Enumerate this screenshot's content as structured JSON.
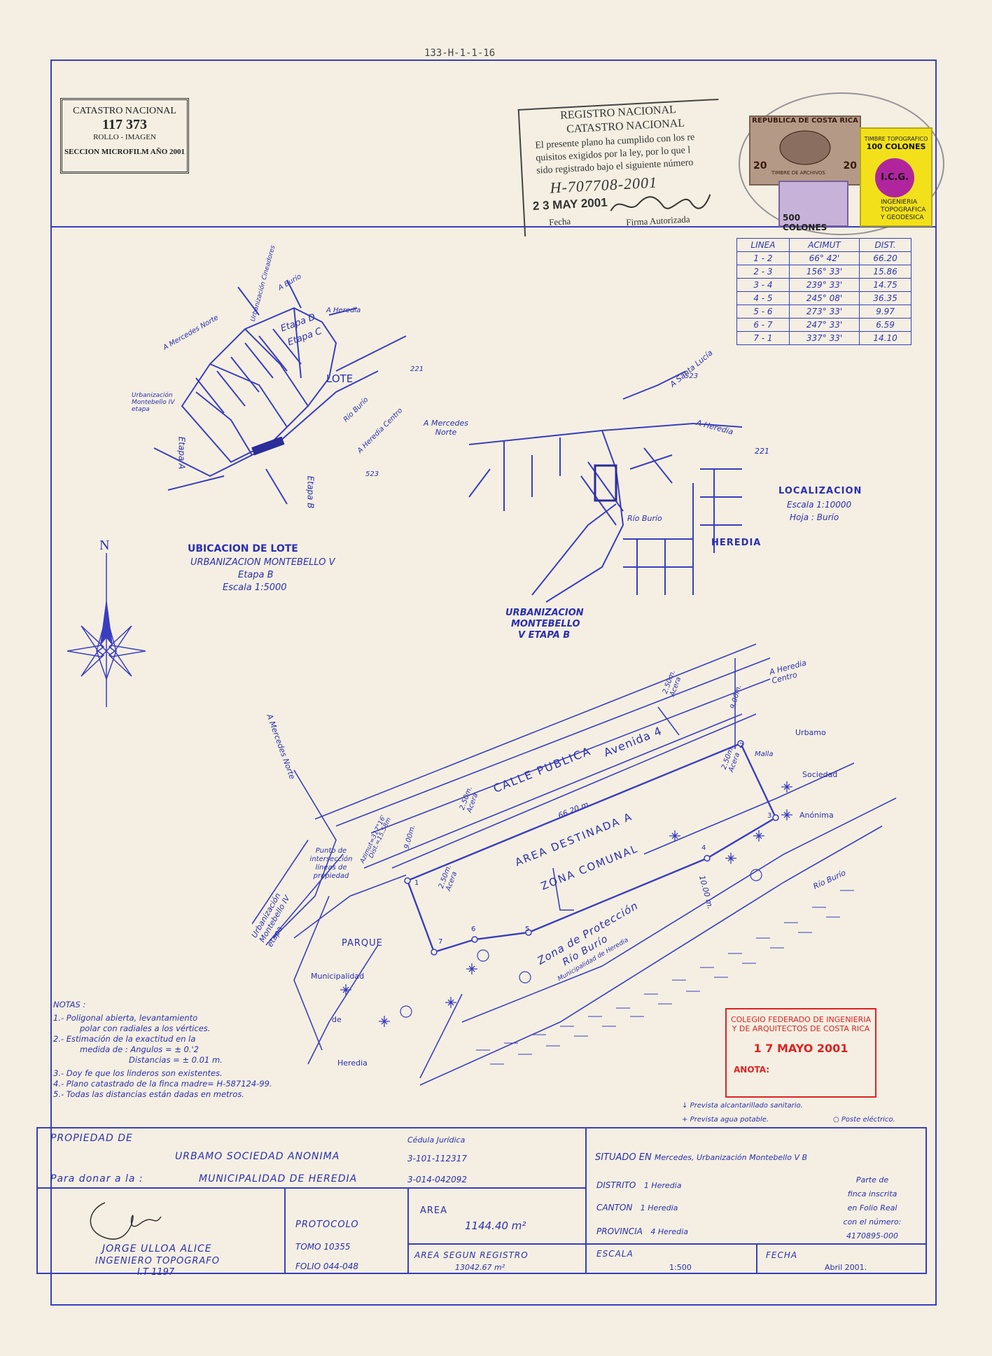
{
  "top_code": "133-H-1-1-16",
  "catastro_stamp": {
    "title": "CATASTRO NACIONAL",
    "number": "117 373",
    "rollo": "ROLLO - IMAGEN",
    "microfilm": "SECCION MICROFILM AÑO 2001"
  },
  "registro_stamp": {
    "line1": "REGISTRO NACIONAL",
    "line2": "CATASTRO NACIONAL",
    "text1": "El presente plano ha cumplido con los re",
    "text2": "quisitos exigidos por la ley, por lo que l",
    "text3": "sido registrado bajo el siguiente número",
    "number": "H-707708-2001",
    "date": "2 3 MAY 2001",
    "fecha_label": "Fecha",
    "firma_label": "Firma Autorizada"
  },
  "timbres": {
    "republica": "REPUBLICA DE COSTA RICA",
    "value20": "20",
    "archivos": "TIMBRE DE ARCHIVOS",
    "colones500": "500 COLONES",
    "timbre_topo": "TIMBRE TOPOGRAFICO",
    "colones100": "100 COLONES",
    "icg": "I.C.G.",
    "ingenieria": "INGENIERIA",
    "topografica": "TOPOGRAFICA",
    "geodesica": "Y GEODESICA"
  },
  "azimut_table": {
    "headers": [
      "LINEA",
      "ACIMUT",
      "DIST."
    ],
    "rows": [
      [
        "1 - 2",
        "66°  42'",
        "66.20"
      ],
      [
        "2 - 3",
        "156°  33'",
        "15.86"
      ],
      [
        "3 - 4",
        "239°  33'",
        "14.75"
      ],
      [
        "4 - 5",
        "245°  08'",
        "36.35"
      ],
      [
        "5 - 6",
        "273°  33'",
        "9.97"
      ],
      [
        "6 - 7",
        "247°  33'",
        "6.59"
      ],
      [
        "7 - 1",
        "337°  33'",
        "14.10"
      ]
    ]
  },
  "ubicacion": {
    "title": "UBICACION DE LOTE",
    "sub1": "URBANIZACION MONTEBELLO V",
    "sub2": "Etapa B",
    "scale": "Escala 1:5000",
    "lote": "LOTE",
    "labels": {
      "urb_cine": "Urbanización Cineadores",
      "a_burio": "A Burío",
      "a_heredia": "A Heredia",
      "a_mercedes_norte": "A Mercedes Norte",
      "etapa_d": "Etapa D",
      "etapa_c": "Etapa C",
      "n221": "221",
      "urb_mont_iv": "Urbanización Montebello IV etapa",
      "etapa_a": "Etapa A",
      "rio_burio": "Río Burío",
      "a_heredia_centro": "A Heredia Centro",
      "n523": "523",
      "etapa_b": "Etapa B"
    }
  },
  "localizacion": {
    "title": "LOCALIZACION",
    "scale": "Escala 1:10000",
    "hoja": "Hoja : Burío",
    "heredia": "HEREDIA",
    "urb1": "URBANIZACION",
    "urb2": "MONTEBELLO",
    "urb3": "V ETAPA B",
    "labels": {
      "a_santa_lucia": "A Santa Lucía",
      "n523": "523",
      "a_mercedes": "A Mercedes Norte",
      "a_heredia": "A Heredia",
      "n221": "221",
      "rio_burio": "Río Burío"
    }
  },
  "north": "N",
  "plano": {
    "calle_publica": "CALLE PUBLICA",
    "avenida": "Avenida 4",
    "acera": "2.50m. Acera",
    "dist_66": "66.20 m.",
    "dist_9a": "9.00m.",
    "dist_9b": "9.00m.",
    "dist_10": "10.00 m.",
    "area1": "AREA DESTINADA A",
    "area2": "ZONA COMUNAL",
    "zona1": "Zona de Protección",
    "zona2": "Río Burío",
    "zona3": "Municipalidad de Heredia",
    "a_heredia_centro": "A Heredia Centro",
    "a_mercedes_norte": "A Mercedes Norte",
    "urbamo": "Urbamo",
    "sociedad": "Sociedad",
    "anonima": "Anónima",
    "malla": "Malla",
    "rio_burio": "Río Burío",
    "punto": "Punto de intersección líneas de propiedad",
    "dist_15": "Dist.=15.58m",
    "azimut": "Azimut=317°16'",
    "urb_mont": "Urbanización Montebello IV etapa",
    "parque": "PARQUE",
    "municipalidad": "Municipalidad",
    "de": "de",
    "heredia": "Heredia",
    "v1": "1",
    "v2": "2",
    "v3": "3",
    "v4": "4",
    "v5": "5",
    "v6": "6",
    "v7": "7"
  },
  "notas": {
    "title": "NOTAS :",
    "n1a": "1.-  Poligonal abierta, levantamiento",
    "n1b": "polar con radiales a los vértices.",
    "n2a": "2.-  Estimación de la exactitud en la",
    "n2b": "medida de :     Angulos  =  ± 0.'2",
    "n2c": "Distancias  =  ± 0.01 m.",
    "n3": "3.-  Doy fe que los linderos son existentes.",
    "n4": "4.-  Plano catastrado de la finca madre= H-587124-99.",
    "n5": "5.-  Todas las distancias están dadas en metros."
  },
  "red_stamp": {
    "l1": "COLEGIO FEDERADO DE INGENIERIA",
    "l2": "Y DE ARQUITECTOS DE COSTA RICA",
    "date": "1 7 MAYO 2001",
    "anota": "ANOTA:"
  },
  "legend": {
    "alcantarillado": "Prevista alcantarillado sanitario.",
    "agua": "Prevista agua potable.",
    "poste": "Poste eléctrico."
  },
  "title_block": {
    "propiedad_de": "PROPIEDAD DE",
    "owner": "URBAMO SOCIEDAD ANONIMA",
    "cedula_label": "Cédula Jurídica",
    "cedula1": "3-101-112317",
    "donar": "Para donar a la :",
    "municipalidad": "MUNICIPALIDAD DE HEREDIA",
    "cedula2": "3-014-042092",
    "situado": "SITUADO EN",
    "situado_val": "Mercedes, Urbanización Montebello V B",
    "distrito": "DISTRITO",
    "distrito_val": "1 Heredia",
    "canton": "CANTON",
    "canton_val": "1 Heredia",
    "provincia": "PROVINCIA",
    "provincia_val": "4 Heredia",
    "parte1": "Parte de",
    "parte2": "finca inscrita",
    "parte3": "en Folio Real",
    "parte4": "con el número:",
    "parte5": "4170895-000",
    "engineer": "JORGE ULLOA ALICE",
    "eng_title": "INGENIERO TOPOGRAFO",
    "eng_it": "I.T 1197",
    "protocolo": "PROTOCOLO",
    "tomo": "TOMO  10355",
    "folio": "FOLIO  044-048",
    "area_label": "AREA",
    "area_val": "1144.40 m²",
    "area_reg_label": "AREA SEGUN REGISTRO",
    "area_reg_val": "13042.67 m²",
    "escala_label": "ESCALA",
    "escala_val": "1:500",
    "fecha_label": "FECHA",
    "fecha_val": "Abril 2001."
  }
}
